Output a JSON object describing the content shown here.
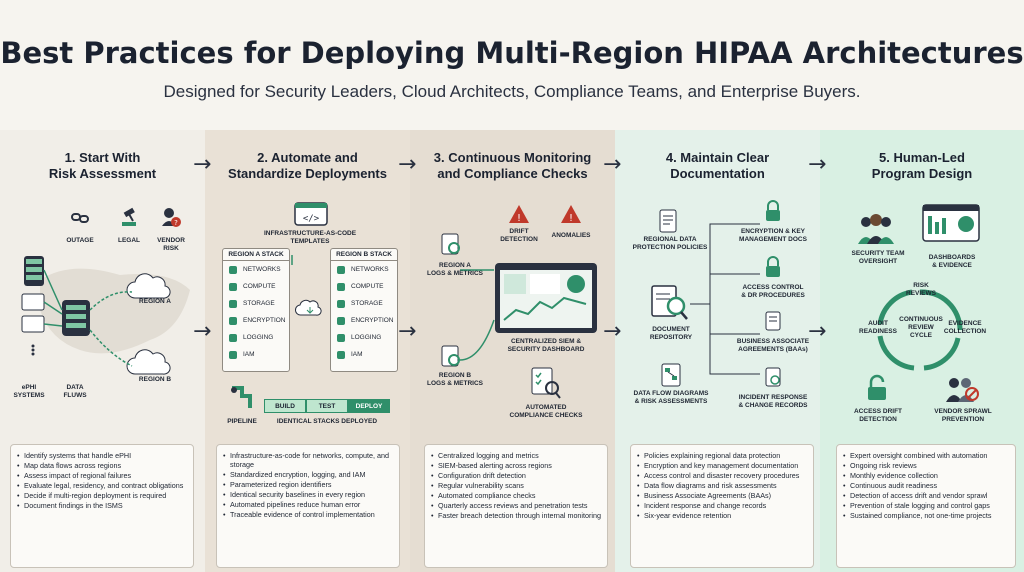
{
  "header": {
    "title": "Best Practices for Deploying Multi-Region HIPAA Architectures",
    "subtitle": "Designed for Security Leaders, Cloud Architects, Compliance Teams, and Enterprise Buyers."
  },
  "col1": {
    "title": "1. Start With\nRisk Assessment",
    "risks": [
      "OUTAGE",
      "LEGAL",
      "VENDOR\nRISK"
    ],
    "labels": {
      "region_a": "REGION A",
      "region_b": "REGION B",
      "ephi": "ePHI\nSYSTEMS",
      "flows": "DATA\nFLUWS"
    },
    "bullets": [
      "Identify systems that handle ePHI",
      "Map data flows across regions",
      "Assess impact of regional failures",
      "Evaluate legal, residency, and contract obligations",
      "Decide if multi-region deployment is required",
      "Document findings in the ISMS"
    ]
  },
  "col2": {
    "title": "2. Automate and\nStandardize Deployments",
    "iac": "INFRASTRUCTURE-AS-CODE\nTEMPLATES",
    "stack_a": "REGION A STACK",
    "stack_b": "REGION B STACK",
    "stack_items": [
      "NETWORKS",
      "COMPUTE",
      "STORAGE",
      "ENCRYPTION",
      "LOGGING",
      "IAM"
    ],
    "pipeline": "PIPELINE",
    "steps": [
      "BUILD",
      "TEST",
      "DEPLOY"
    ],
    "identical": "IDENTICAL STACKS DEPLOYED",
    "bullets": [
      "Infrastructure-as-code for networks, compute, and storage",
      "Standardized encryption, logging, and IAM",
      "Parameterized region identifiers",
      "Identical security baselines in every region",
      "Automated pipelines reduce human error",
      "Traceable evidence of control implementation"
    ]
  },
  "col3": {
    "title": "3. Continuous Monitoring\nand Compliance Checks",
    "drift": "DRIFT\nDETECTION",
    "anomalies": "ANOMALIES",
    "region_a_logs": "REGION A\nLOGS & METRICS",
    "region_b_logs": "REGION B\nLOGS & METRICS",
    "siem": "CENTRALIZED SIEM &\nSECURITY DASHBOARD",
    "auto_checks": "AUTOMATED\nCOMPLIANCE CHECKS",
    "bullets": [
      "Centralized logging and metrics",
      "SIEM-based alerting across regions",
      "Configuration drift detection",
      "Regular vulnerability scans",
      "Automated compliance checks",
      "Quarterly access reviews and penetration tests",
      "Faster breach detection through internal monitoring"
    ]
  },
  "col4": {
    "title": "4. Maintain Clear\nDocumentation",
    "regional_policies": "REGIONAL DATA\nPROTECTION POLICIES",
    "repo": "DOCUMENT\nREPOSITORY",
    "flow_diagrams": "DATA FLOW DIAGRAMS\n& RISK ASSESSMENTS",
    "docs": [
      "ENCRYPTION & KEY\nMANAGEMENT DOCS",
      "ACCESS CONTROL\n& DR PROCEDURES",
      "BUSINESS ASSOCIATE\nAGREEMENTS (BAAs)",
      "INCIDENT RESPONSE\n& CHANGE RECORDS"
    ],
    "bullets": [
      "Policies explaining regional data protection",
      "Encryption and key management documentation",
      "Access control and disaster recovery procedures",
      "Data flow diagrams and risk assessments",
      "Business Associate Agreements (BAAs)",
      "Incident response and change records",
      "Six-year evidence retention"
    ]
  },
  "col5": {
    "title": "5. Human-Led\nProgram Design",
    "team": "SECURITY TEAM\nOVERSIGHT",
    "dashboards": "DASHBOARDS\n& EVIDENCE",
    "risk_reviews": "RISK\nREVIEWS",
    "audit": "AUDIT\nREADINESS",
    "cycle": "CONTINUOUS\nREVIEW\nCYCLE",
    "evidence": "EVIDENCE\nCOLLECTION",
    "access_drift": "ACCESS DRIFT\nDETECTION",
    "vendor_sprawl": "VENDOR SPRAWL\nPREVENTION",
    "bullets": [
      "Expert oversight combined with automation",
      "Ongoing risk reviews",
      "Monthly evidence collection",
      "Continuous audit readiness",
      "Detection of access drift and vendor sprawl",
      "Prevention of stale logging and control gaps",
      "Sustained compliance, not one-time projects"
    ]
  },
  "colors": {
    "accent": "#2f8f6a",
    "alert": "#c0392b",
    "dark": "#1b2230"
  }
}
